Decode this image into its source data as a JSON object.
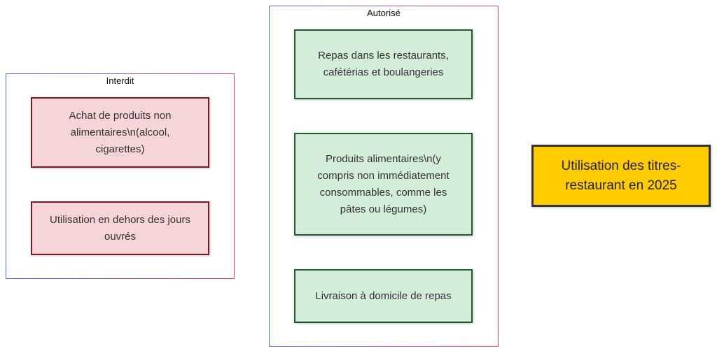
{
  "clusters": {
    "interdit": {
      "title": "Interdit",
      "nodes": [
        "Achat de produits non alimentaires\\n(alcool, cigarettes)",
        "Utilisation en dehors des jours ouvrés"
      ]
    },
    "autorise": {
      "title": "Autorisé",
      "nodes": [
        "Repas dans les restaurants, cafétérias et boulangeries",
        "Produits alimentaires\\n(y compris non immédiatement consommables, comme les pâtes ou légumes)",
        "Livraison à domicile de repas"
      ]
    }
  },
  "main_node": "Utilisation des titres-restaurant en 2025",
  "colors": {
    "forbidden_fill": "#f6d5d9",
    "allowed_fill": "#d4ecda",
    "main_fill": "#ffcc00"
  }
}
